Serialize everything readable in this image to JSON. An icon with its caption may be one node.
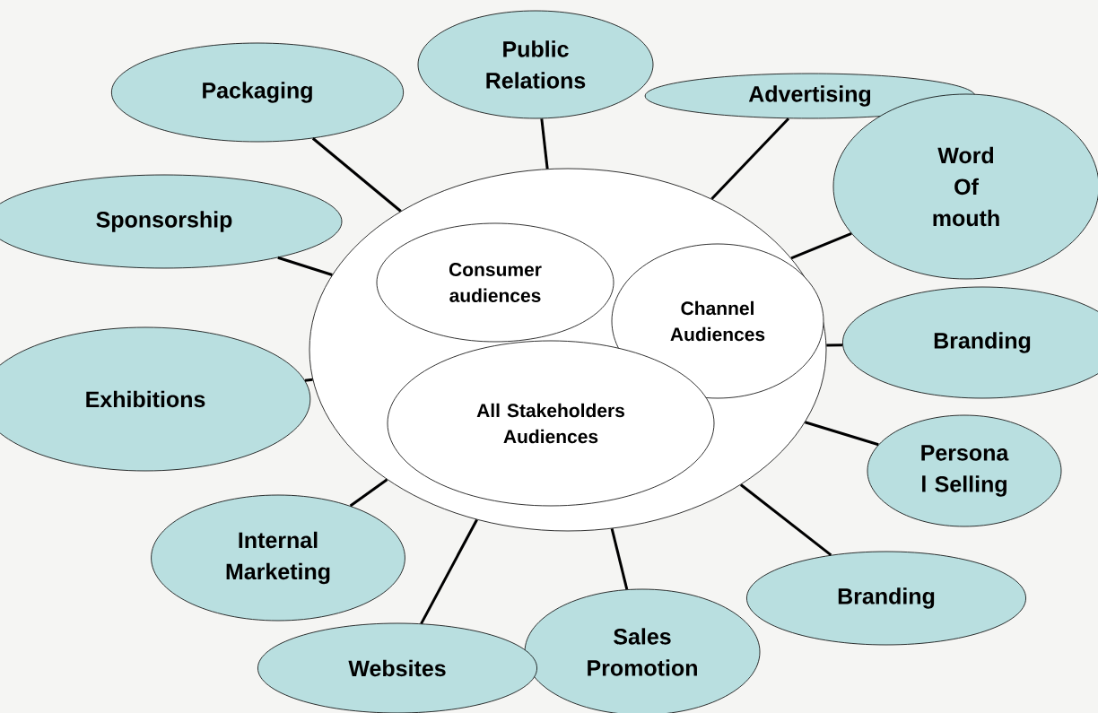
{
  "diagram": {
    "nodes": [
      {
        "text": [],
        "shape": "ellipse"
      },
      {
        "text": [
          "Consumer audiences"
        ],
        "in": 0
      },
      {
        "text": [
          "Channel Audiences"
        ],
        "in": 0
      },
      {
        "text": [
          "All Stakeholders Audiences"
        ],
        "in": 0
      },
      {
        "text": [
          "Public Relations"
        ]
      },
      {
        "text": [
          "Packaging"
        ]
      },
      {
        "text": [
          "Advertising"
        ]
      },
      {
        "text": [
          "Word Of mouth"
        ]
      },
      {
        "text": [
          "Sponsorship"
        ]
      },
      {
        "text": [
          "Branding"
        ]
      },
      {
        "text": [
          "Exhibitions"
        ]
      },
      {
        "text": [
          "Persona l Selling"
        ]
      },
      {
        "text": [
          "Internal Marketing"
        ]
      },
      {
        "text": [
          "Branding"
        ]
      },
      {
        "text": [
          "Sales Promotion"
        ]
      },
      {
        "text": [
          "Websites"
        ]
      }
    ],
    "edges": [
      {
        "from": 4,
        "to": 0,
        "arrow": "none"
      },
      {
        "from": 5,
        "to": 0,
        "arrow": "none"
      },
      {
        "from": 6,
        "to": 0,
        "arrow": "none"
      },
      {
        "from": 7,
        "to": 0,
        "arrow": "none"
      },
      {
        "from": 8,
        "to": 0,
        "arrow": "none"
      },
      {
        "from": 9,
        "to": 0,
        "arrow": "none"
      },
      {
        "from": 10,
        "to": 0,
        "arrow": "none"
      },
      {
        "from": 11,
        "to": 0,
        "arrow": "none"
      },
      {
        "from": 12,
        "to": 0,
        "arrow": "none"
      },
      {
        "from": 13,
        "to": 0,
        "arrow": "none"
      },
      {
        "from": 14,
        "to": 0,
        "arrow": "none"
      },
      {
        "from": 15,
        "to": 0,
        "arrow": "none"
      }
    ]
  }
}
